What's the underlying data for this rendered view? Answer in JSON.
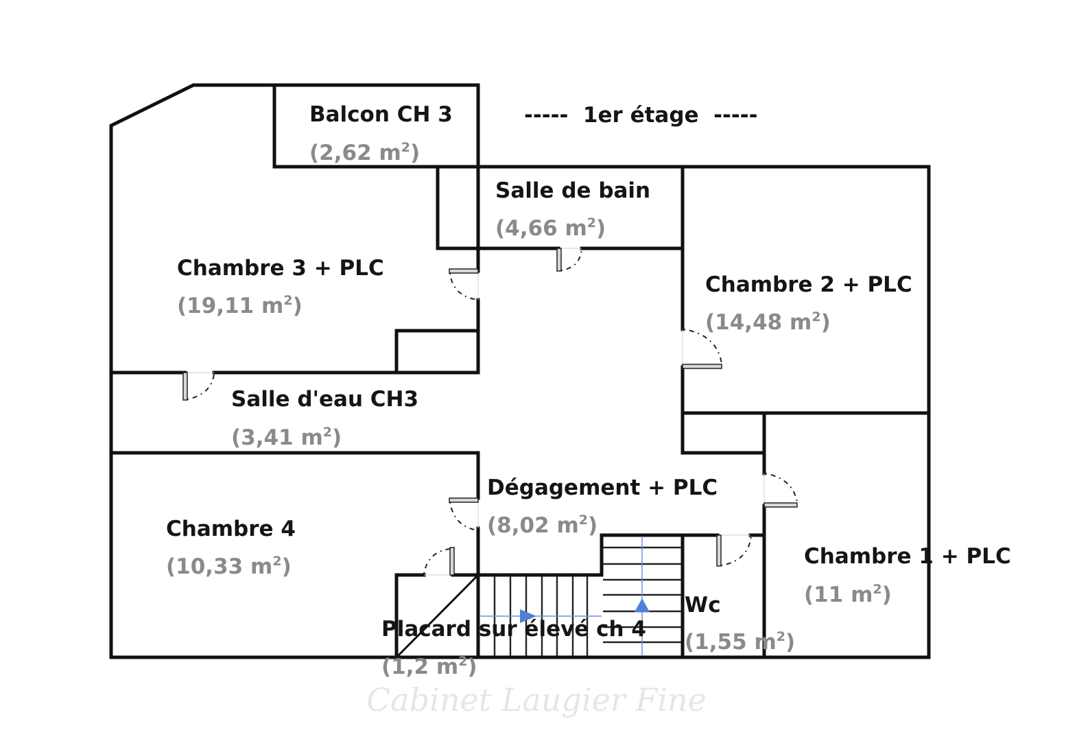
{
  "floor_title": "-----  1er étage  -----",
  "watermark": "Cabinet Laugier Fine",
  "area_unit": "m",
  "area_unit_exponent": "2",
  "colors": {
    "wall": "#111111",
    "room_name": "#151515",
    "room_area": "#8a8a8a",
    "stair_direction_arrow": "#4f7fd8",
    "watermark": "#e6e6e6"
  },
  "rooms": {
    "balcon_ch3": {
      "name": "Balcon CH 3",
      "area": "(2,62 m",
      "area_value": "2,62"
    },
    "salle_de_bain": {
      "name": "Salle de bain",
      "area": "(4,66 m",
      "area_value": "4,66"
    },
    "chambre_3": {
      "name": "Chambre 3 + PLC",
      "area": "(19,11 m",
      "area_value": "19,11"
    },
    "chambre_2": {
      "name": "Chambre 2 + PLC",
      "area": "(14,48 m",
      "area_value": "14,48"
    },
    "salle_deau_ch3": {
      "name": "Salle d'eau CH3",
      "area": "(3,41 m",
      "area_value": "3,41"
    },
    "degagement": {
      "name": "Dégagement + PLC",
      "area": "(8,02 m",
      "area_value": "8,02"
    },
    "chambre_4": {
      "name": "Chambre 4",
      "area": "(10,33 m",
      "area_value": "10,33"
    },
    "chambre_1": {
      "name": "Chambre 1 + PLC",
      "area": "(11 m",
      "area_value": "11"
    },
    "wc": {
      "name": "Wc",
      "area": "(1,55 m",
      "area_value": "1,55"
    },
    "placard": {
      "name": "Placard sur élevé ch 4",
      "area": "(1,2 m",
      "area_value": "1,2"
    }
  },
  "area_close": ")"
}
